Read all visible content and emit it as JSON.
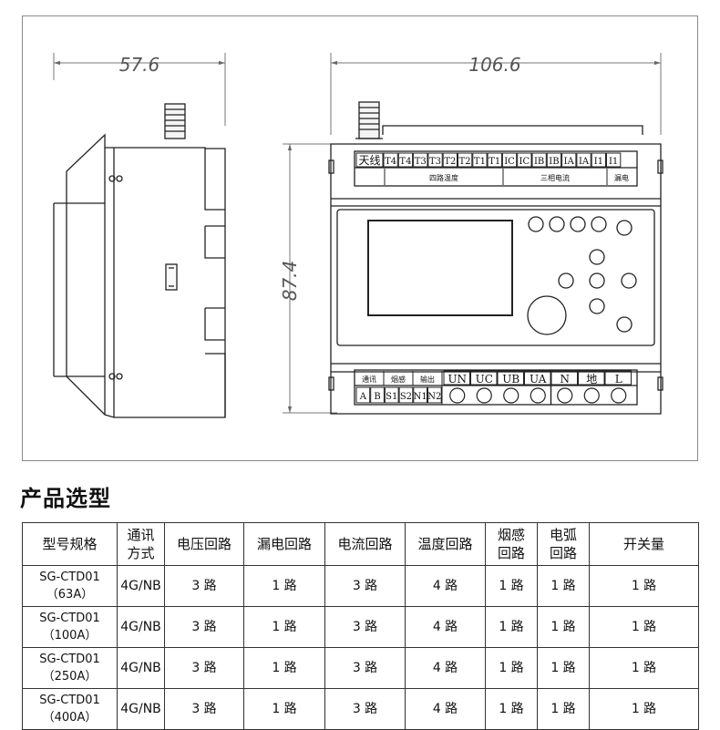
{
  "drawing": {
    "dims": {
      "side_width": "57.6",
      "front_width": "106.6",
      "height": "87.4"
    },
    "top_terminals": [
      "天线",
      "T4",
      "T4",
      "T3",
      "T3",
      "T2",
      "T2",
      "T1",
      "T1",
      "IC",
      "IC",
      "IB",
      "IB",
      "IA",
      "IA",
      "I1",
      "I1"
    ],
    "top_groups": {
      "temp": "四路温度",
      "current": "三相电流",
      "leak": "漏电"
    },
    "bottom_groups": {
      "comm": "通讯",
      "smoke": "烟感",
      "output": "输出"
    },
    "bottom_small_terminals": [
      "A",
      "B",
      "S1",
      "S2",
      "N1",
      "N2"
    ],
    "bottom_big_terminals": [
      "UN",
      "UC",
      "UB",
      "UA",
      "N",
      "地",
      "L"
    ]
  },
  "section": {
    "title": "产品选型"
  },
  "table": {
    "headers": [
      {
        "line1": "型号规格",
        "line2": ""
      },
      {
        "line1": "通讯",
        "line2": "方式"
      },
      {
        "line1": "电压回路",
        "line2": ""
      },
      {
        "line1": "漏电回路",
        "line2": ""
      },
      {
        "line1": "电流回路",
        "line2": ""
      },
      {
        "line1": "温度回路",
        "line2": ""
      },
      {
        "line1": "烟感",
        "line2": "回路"
      },
      {
        "line1": "电弧",
        "line2": "回路"
      },
      {
        "line1": "开关量",
        "line2": ""
      }
    ],
    "rows": [
      {
        "model": "SG-CTD01",
        "rating": "（63A）",
        "comm": "4G/NB",
        "voltage": "3 路",
        "leak": "1 路",
        "current": "3 路",
        "temp": "4 路",
        "smoke": "1 路",
        "arc": "1 路",
        "switch": "1 路"
      },
      {
        "model": "SG-CTD01",
        "rating": "（100A）",
        "comm": "4G/NB",
        "voltage": "3 路",
        "leak": "1 路",
        "current": "3 路",
        "temp": "4 路",
        "smoke": "1 路",
        "arc": "1 路",
        "switch": "1 路"
      },
      {
        "model": "SG-CTD01",
        "rating": "（250A）",
        "comm": "4G/NB",
        "voltage": "3 路",
        "leak": "1 路",
        "current": "3 路",
        "temp": "4 路",
        "smoke": "1 路",
        "arc": "1 路",
        "switch": "1 路"
      },
      {
        "model": "SG-CTD01",
        "rating": "（400A）",
        "comm": "4G/NB",
        "voltage": "3 路",
        "leak": "1 路",
        "current": "3 路",
        "temp": "4 路",
        "smoke": "1 路",
        "arc": "1 路",
        "switch": "1 路"
      }
    ]
  }
}
